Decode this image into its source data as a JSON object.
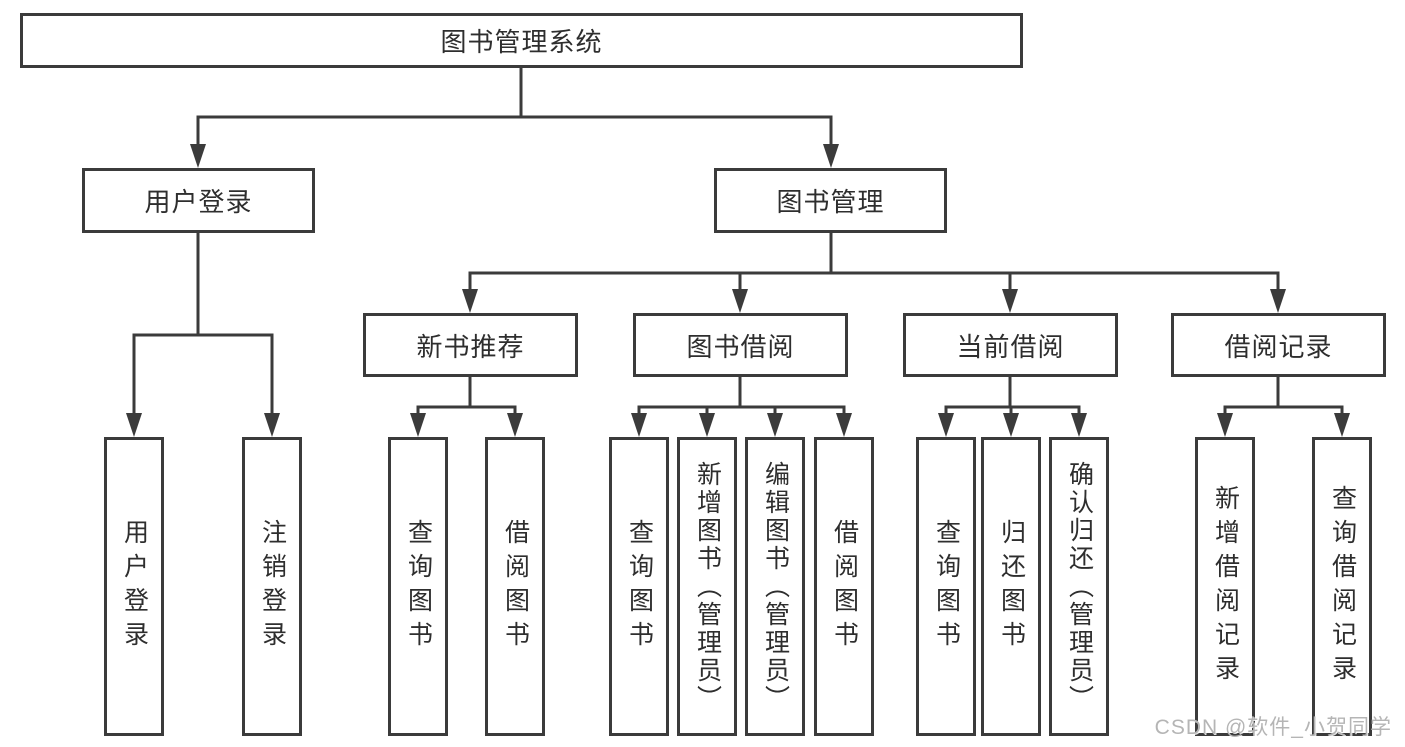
{
  "tree": {
    "label": "图书管理系统",
    "children": [
      {
        "label": "用户登录",
        "children": [
          {
            "label": "用户登录"
          },
          {
            "label": "注销登录"
          }
        ]
      },
      {
        "label": "图书管理",
        "children": [
          {
            "label": "新书推荐",
            "children": [
              {
                "label": "查询图书"
              },
              {
                "label": "借阅图书"
              }
            ]
          },
          {
            "label": "图书借阅",
            "children": [
              {
                "label": "查询图书"
              },
              {
                "label": "新增图书（管理员）"
              },
              {
                "label": "编辑图书（管理员）"
              },
              {
                "label": "借阅图书"
              }
            ]
          },
          {
            "label": "当前借阅",
            "children": [
              {
                "label": "查询图书"
              },
              {
                "label": "归还图书"
              },
              {
                "label": "确认归还（管理员）"
              }
            ]
          },
          {
            "label": "借阅记录",
            "children": [
              {
                "label": "新增借阅记录"
              },
              {
                "label": "查询借阅记录"
              }
            ]
          }
        ]
      }
    ]
  },
  "watermark": {
    "text": "CSDN @软件_小贺同学"
  },
  "colors": {
    "line": "#3b3b3b",
    "box_border": "#3b3b3b",
    "text": "#2e2e2e",
    "watermark": "#b5b5b5",
    "background": "#ffffff"
  }
}
